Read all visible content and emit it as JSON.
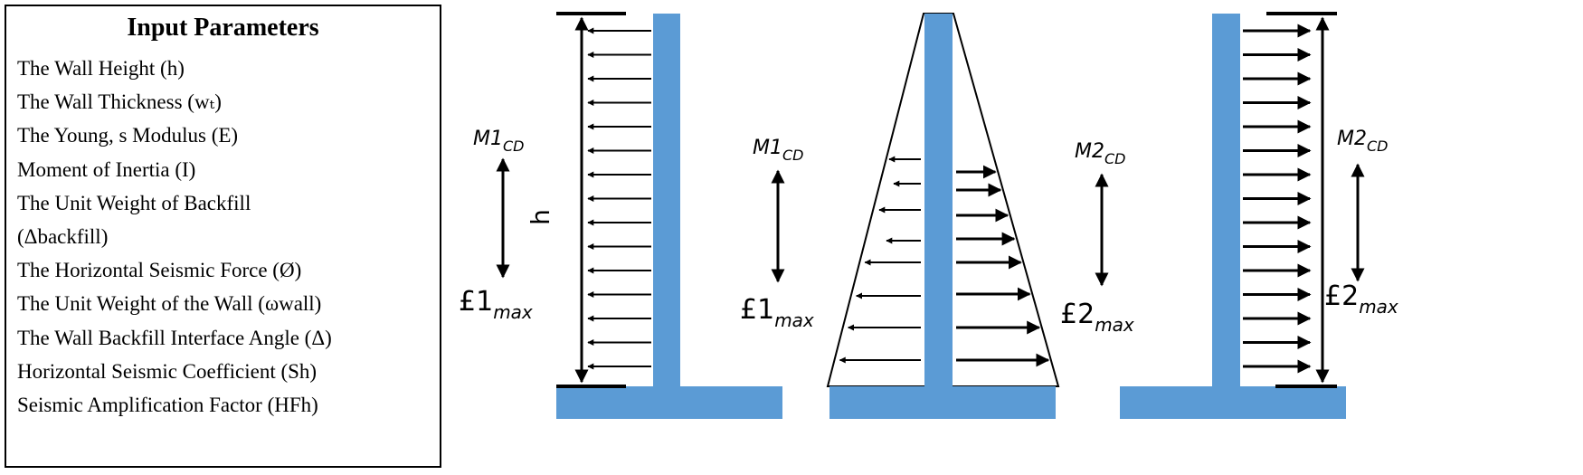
{
  "panel": {
    "title": "Input Parameters",
    "params": [
      "The Wall Height (h)",
      "The Wall Thickness (wₜ)",
      "The Young, s Modulus (E)",
      "Moment of Inertia (I)",
      "The Unit Weight of Backfill",
      "(Δbackfill)",
      "The Horizontal Seismic Force (Ø)",
      "The Unit Weight of the Wall (ωwall)",
      "The Wall Backfill Interface Angle (Δ)",
      "Horizontal Seismic Coefficient (Sh)",
      "Seismic Amplification Factor (HFh)"
    ]
  },
  "diagram": {
    "height_label": "h",
    "labels": {
      "m1_a": {
        "main": "M1",
        "sub": "CD"
      },
      "e1_a": {
        "main": "£1",
        "sub": "max"
      },
      "m1_b": {
        "main": "M1",
        "sub": "CD"
      },
      "e1_b": {
        "main": "£1",
        "sub": "max"
      },
      "m2_a": {
        "main": "M2",
        "sub": "CD"
      },
      "e2_a": {
        "main": "£2",
        "sub": "max"
      },
      "m2_b": {
        "main": "M2",
        "sub": "CD"
      },
      "e2_b": {
        "main": "£2",
        "sub": "max"
      }
    },
    "colors": {
      "wall": "#5b9bd5",
      "line": "#000000"
    }
  }
}
